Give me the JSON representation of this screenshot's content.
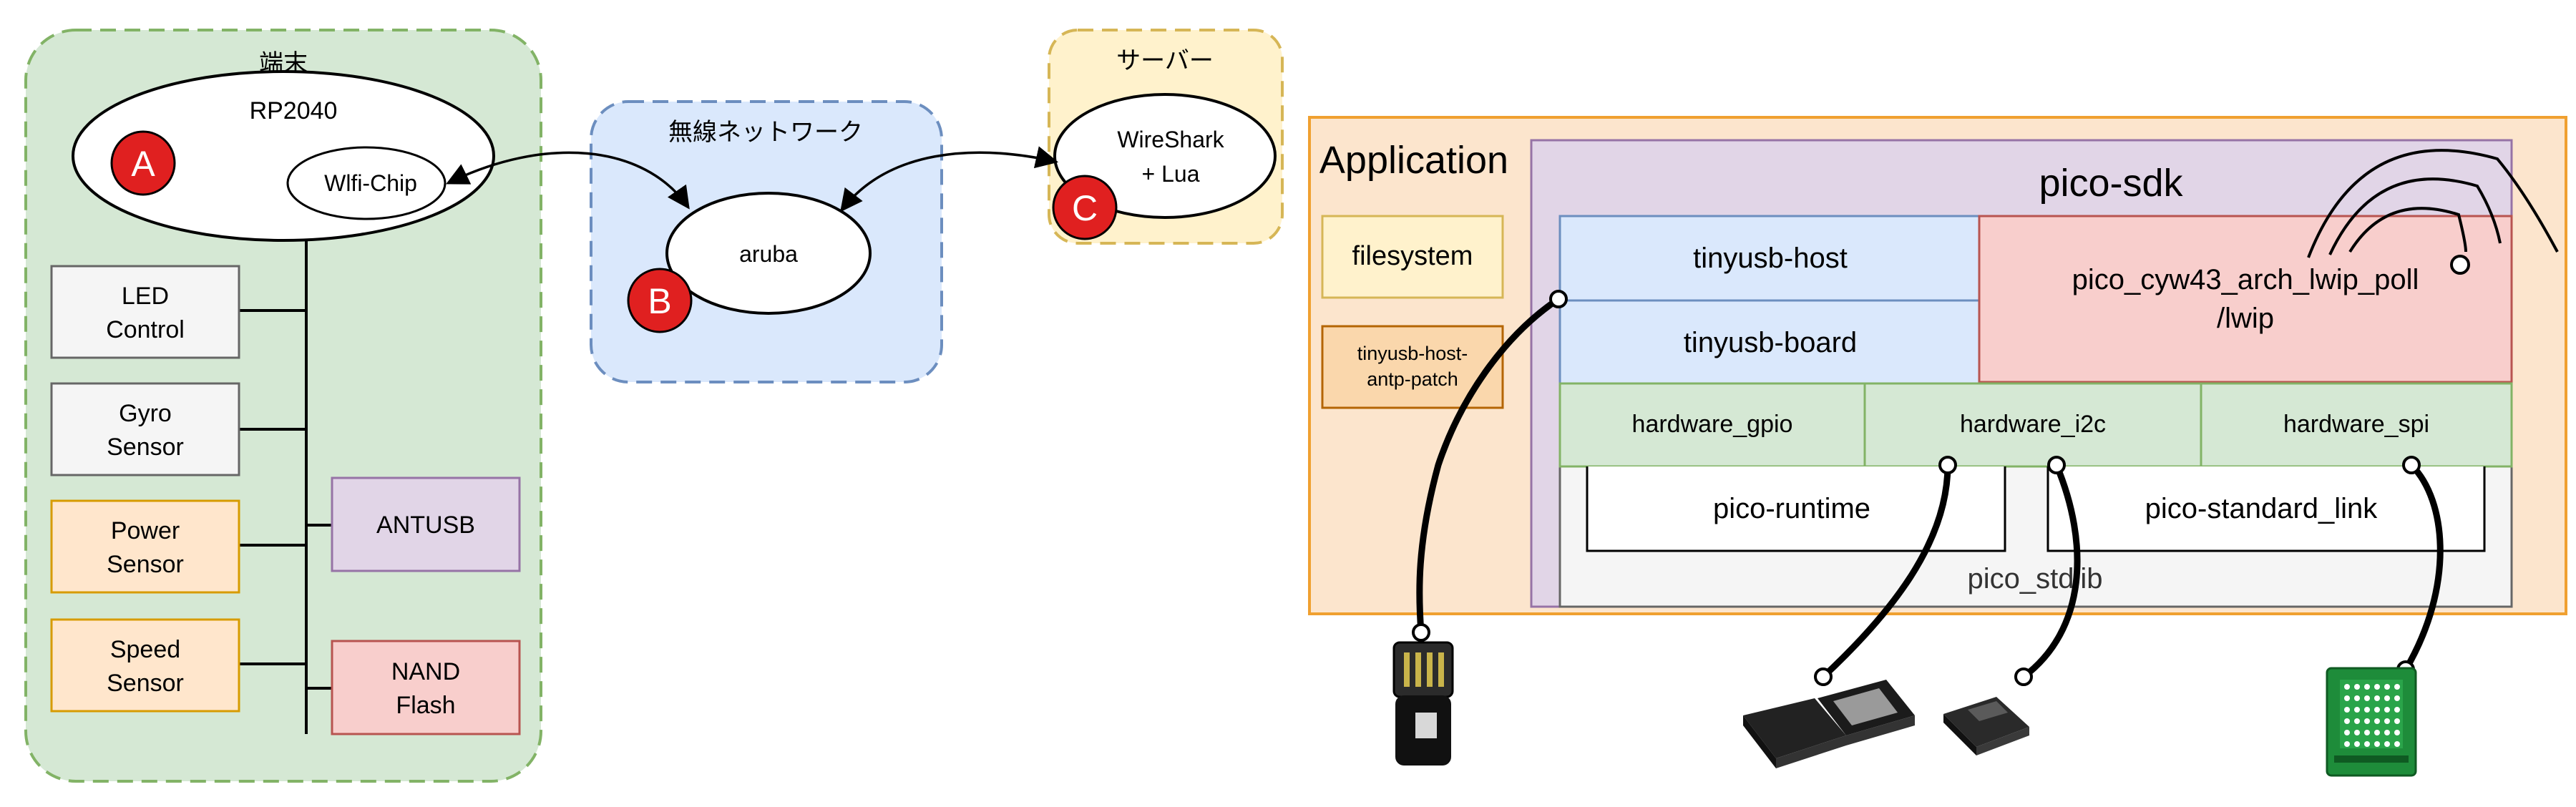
{
  "device_group": {
    "title": "端末",
    "mcu": "RP2040",
    "wifi_chip": "Wlfi-Chip",
    "badge": "A",
    "blocks": {
      "led": [
        "LED",
        "Control"
      ],
      "gyro": [
        "Gyro",
        "Sensor"
      ],
      "power": [
        "Power",
        "Sensor"
      ],
      "speed": [
        "Speed",
        "Sensor"
      ],
      "antusb": "ANTUSB",
      "nand": [
        "NAND",
        "Flash"
      ]
    }
  },
  "wireless_group": {
    "title": "無線ネットワーク",
    "node": "aruba",
    "badge": "B"
  },
  "server_group": {
    "title": "サーバー",
    "node": [
      "WireShark",
      "+ Lua"
    ],
    "badge": "C"
  },
  "app_stack": {
    "application_label": "Application",
    "filesystem": "filesystem",
    "patch": [
      "tinyusb-host-",
      "antp-patch"
    ],
    "sdk_label": "pico-sdk",
    "tinyusb_host": "tinyusb-host",
    "tinyusb_board": "tinyusb-board",
    "cyw43": [
      "pico_cyw43_arch_lwip_poll",
      "/lwip"
    ],
    "hardware_gpio": "hardware_gpio",
    "hardware_i2c": "hardware_i2c",
    "hardware_spi": "hardware_spi",
    "pico_runtime": "pico-runtime",
    "pico_standard_link": "pico-standard_link",
    "pico_stdlib": "pico_stdlib"
  },
  "colors": {
    "device_fill": "#d5e8d4",
    "device_stroke": "#82b366",
    "wireless_fill": "#dae8fc",
    "wireless_stroke": "#6c8ebf",
    "server_fill": "#fff2cc",
    "server_stroke": "#d6b656",
    "app_fill": "#fce5cd",
    "app_stroke": "#f0a030",
    "sdk_fill": "#e1d5e7",
    "sdk_stroke": "#9673a6",
    "cyw43_fill": "#f8cecc",
    "cyw43_stroke": "#b85450",
    "badge_fill": "#e02020"
  }
}
